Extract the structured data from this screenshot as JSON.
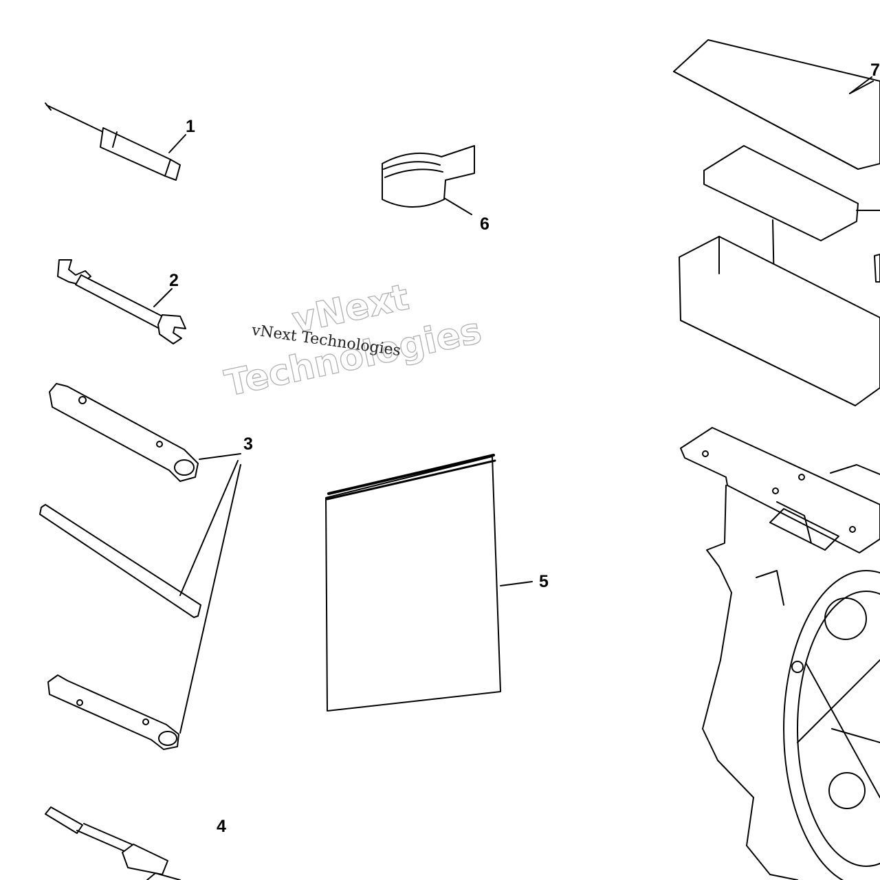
{
  "callouts": {
    "c1": "1",
    "c2": "2",
    "c3": "3",
    "c4": "4",
    "c5": "5",
    "c6": "6",
    "c7": "7"
  },
  "watermark": {
    "line1": "vNext",
    "line2": "Technologies",
    "caption": "vNext Technologies"
  }
}
